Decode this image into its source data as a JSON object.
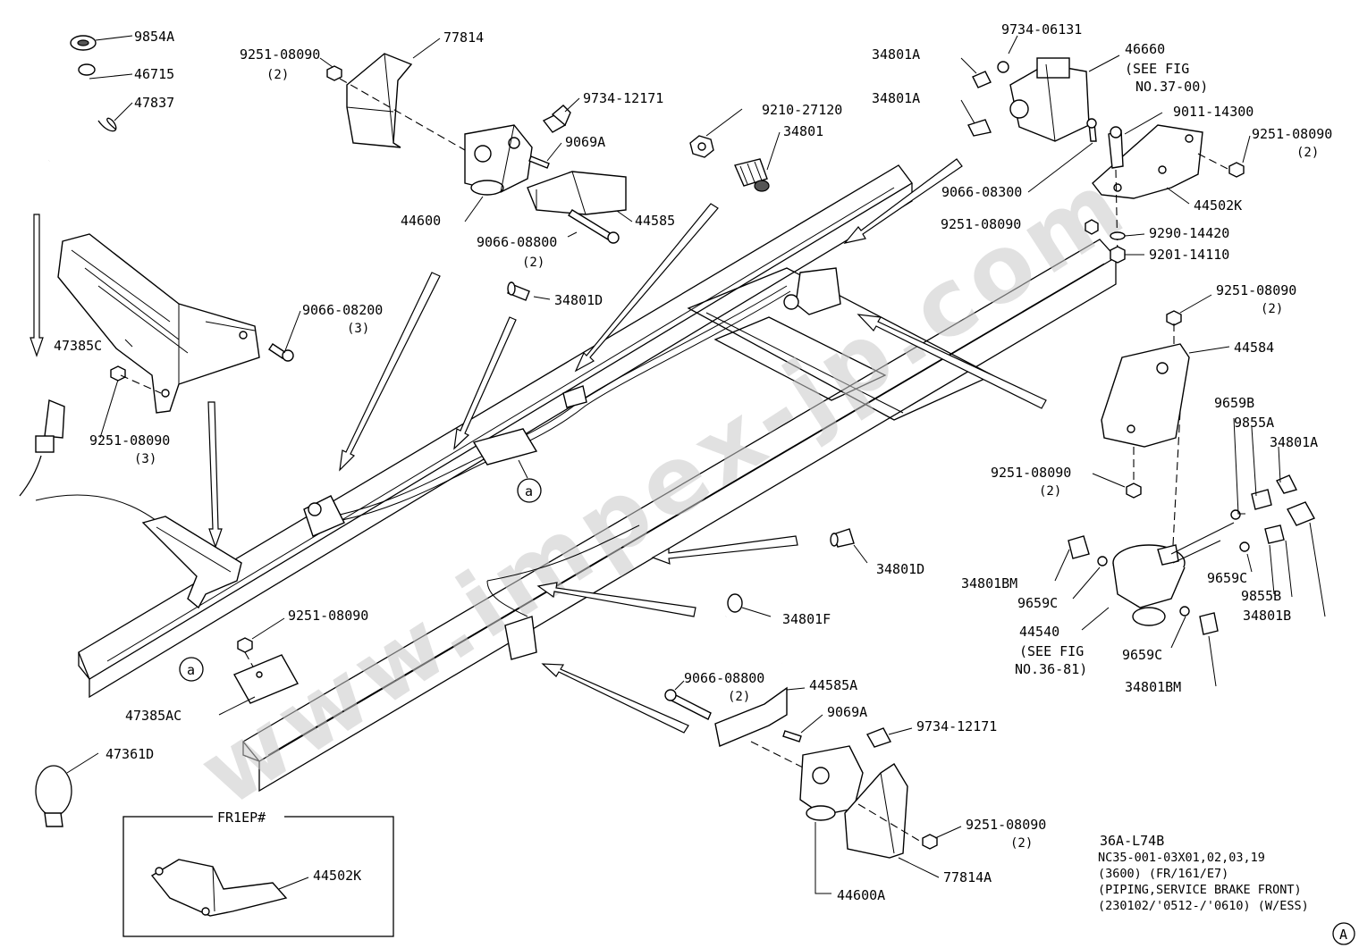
{
  "watermark": "www.impex-jp.com",
  "callouts": {
    "c_9854A": "9854A",
    "c_46715": "46715",
    "c_47837": "47837",
    "c_9251_top": "9251-08090",
    "c_9251_top_qty": "(2)",
    "c_77814": "77814",
    "c_9734_12171_top": "9734-12171",
    "c_9069A_top": "9069A",
    "c_44600": "44600",
    "c_44585": "44585",
    "c_9066_08800_top": "9066-08800",
    "c_9066_08800_top_qty": "(2)",
    "c_34801D_top": "34801D",
    "c_9210_27120": "9210-27120",
    "c_34801": "34801",
    "c_34801A_1": "34801A",
    "c_34801A_2": "34801A",
    "c_9734_06131": "9734-06131",
    "c_46660": "46660",
    "c_46660_note1": "(SEE FIG",
    "c_46660_note2": "NO.37-00)",
    "c_9011_14300": "9011-14300",
    "c_9251_right": "9251-08090",
    "c_9251_right_qty": "(2)",
    "c_9066_08300": "9066-08300",
    "c_44502K": "44502K",
    "c_9251_mid": "9251-08090",
    "c_9290_14420": "9290-14420",
    "c_9201_14110": "9201-14110",
    "c_9251_44584": "9251-08090",
    "c_9251_44584_qty": "(2)",
    "c_44584": "44584",
    "c_47385C": "47385C",
    "c_9066_08200": "9066-08200",
    "c_9066_08200_qty": "(3)",
    "c_9251_left": "9251-08090",
    "c_9251_left_qty": "(3)",
    "c_9659B": "9659B",
    "c_9855A": "9855A",
    "c_34801A_3": "34801A",
    "c_9251_lower_r": "9251-08090",
    "c_9251_lower_r_qty": "(2)",
    "c_34801D_mid": "34801D",
    "c_34801BM_1": "34801BM",
    "c_9659C_1": "9659C",
    "c_9659C_2": "9659C",
    "c_9855B": "9855B",
    "c_34801B": "34801B",
    "c_44540": "44540",
    "c_44540_note1": "(SEE FIG",
    "c_44540_note2": "NO.36-81)",
    "c_9659C_3": "9659C",
    "c_34801BM_2": "34801BM",
    "c_34801F": "34801F",
    "c_9251_bottom": "9251-08090",
    "c_47385AC": "47385AC",
    "c_9066_08800_bot": "9066-08800",
    "c_9066_08800_bot_qty": "(2)",
    "c_44585A": "44585A",
    "c_9069A_bot": "9069A",
    "c_9734_12171_bot": "9734-12171",
    "c_47361D": "47361D",
    "c_9251_bot2": "9251-08090",
    "c_9251_bot2_qty": "(2)",
    "c_44600A": "44600A",
    "c_77814A": "77814A",
    "c_a1": "a",
    "c_a2": "a"
  },
  "inset": {
    "title": "FR1EP#",
    "part": "44502K"
  },
  "footer": {
    "code": "36A-L74B",
    "line1": "NC35-001-03X01,02,03,19",
    "line2": "(3600) (FR/161/E7)",
    "line3": "(PIPING,SERVICE BRAKE FRONT)",
    "line4": "(230102/'0512-/'0610) (W/ESS)",
    "view_marker": "A"
  }
}
